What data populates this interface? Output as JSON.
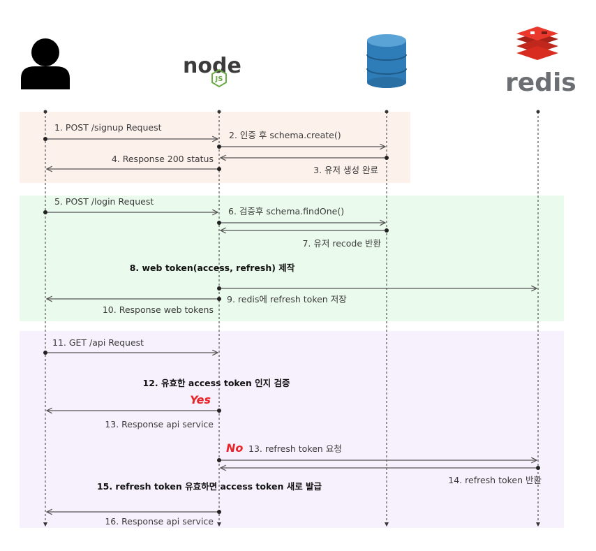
{
  "colors": {
    "signup_bg": "#fdf1ec",
    "login_bg": "#eafaec",
    "api_bg": "#f7f1fd",
    "line": "#555555",
    "red": "#e8262a",
    "db_blue": "#2f7db8",
    "redis_red": "#d82c20",
    "redis_gray": "#6b6f73",
    "node_dark": "#3b3b3b",
    "node_green": "#6cab45"
  },
  "actors": {
    "user": {
      "icon": "user-icon"
    },
    "node": {
      "text": "node",
      "sub": "JS",
      "icon": "nodejs-logo"
    },
    "db": {
      "icon": "database-icon"
    },
    "redis": {
      "text": "redis",
      "icon": "redis-logo"
    }
  },
  "messages": {
    "m1": "1. POST /signup Request",
    "m2": "2. 인증 후 schema.create()",
    "m3": "3. 유저 생성 완료",
    "m4": "4. Response 200 status",
    "m5": "5. POST /login Request",
    "m6": "6. 검증후 schema.findOne()",
    "m7": "7. 유저 recode 반환",
    "m8": "8. web token(access, refresh) 제작",
    "m9": "9. redis에 refresh token 저장",
    "m10": "10. Response web tokens",
    "m11": "11. GET /api Request",
    "m12": "12. 유효한 access token 인지 검증",
    "yes": "Yes",
    "m13a": "13. Response api service",
    "no": "No",
    "m13b": "13. refresh token  요청",
    "m14": "14. refresh token 반환",
    "m15": "15. refresh token 유효하면 access token 새로 발급",
    "m16": "16. Response api service"
  }
}
